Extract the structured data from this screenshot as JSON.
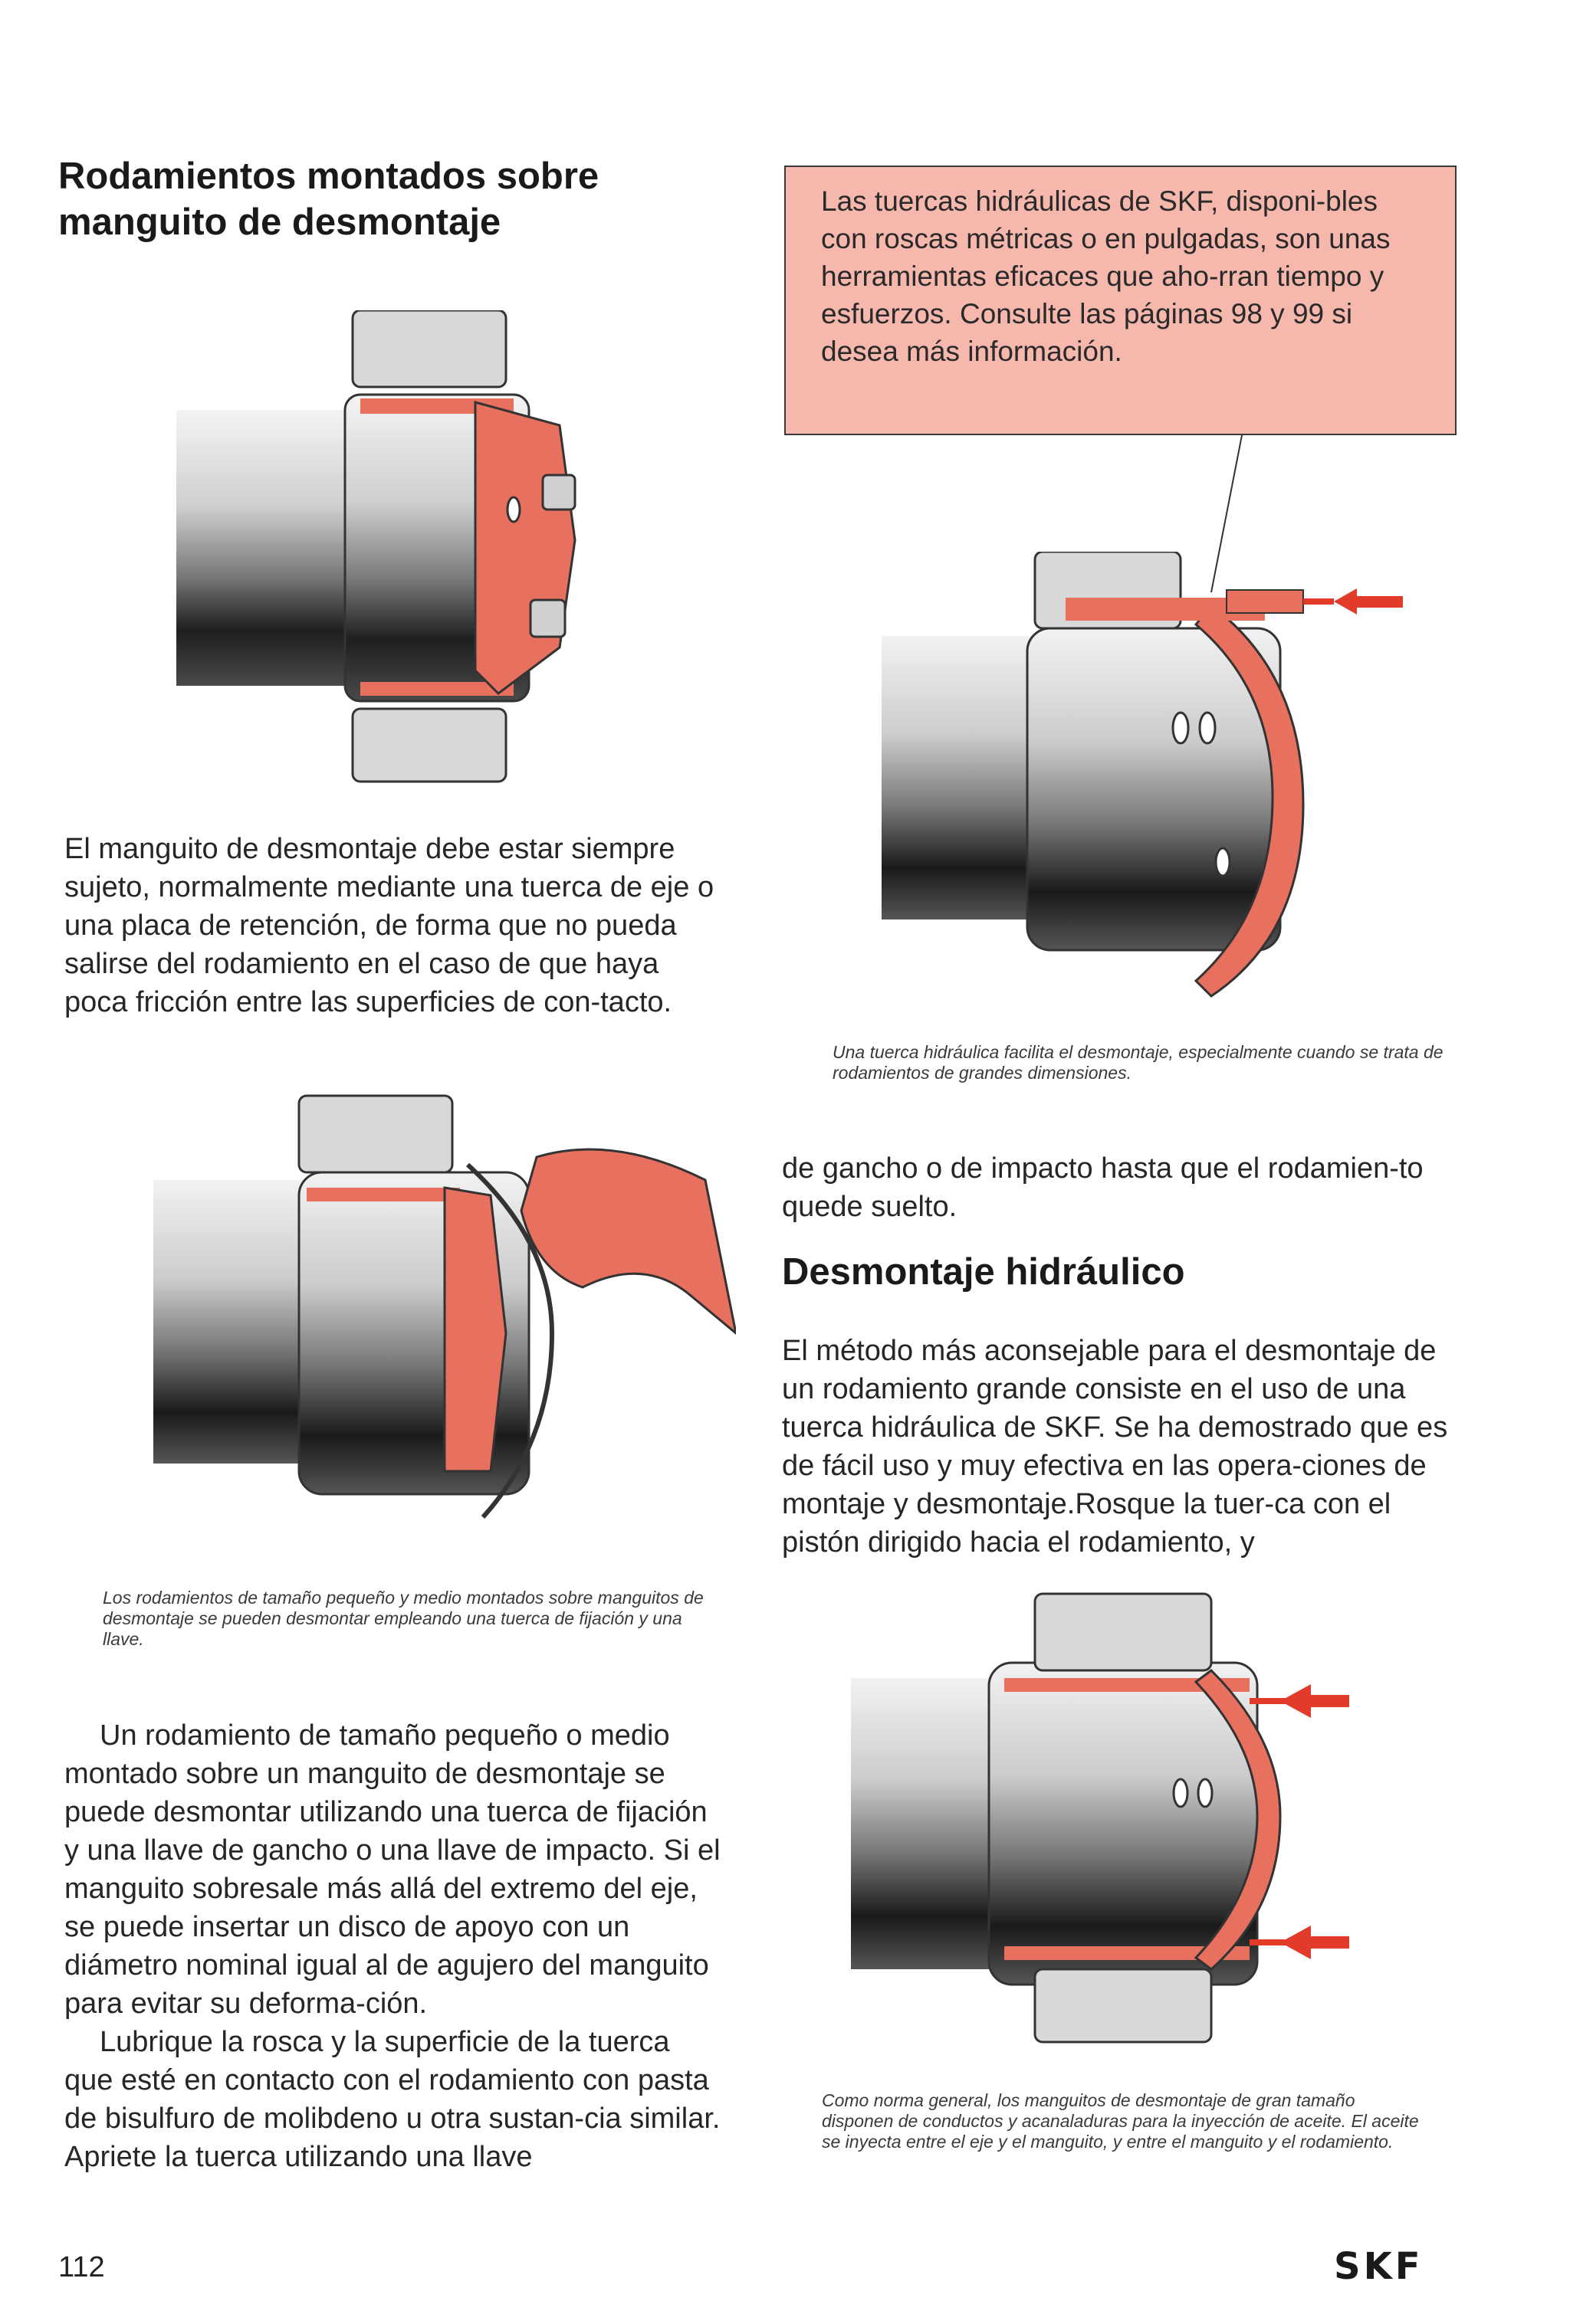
{
  "heading_left": "Rodamientos montados sobre manguito de desmontaje",
  "callout": "Las tuercas hidráulicas de SKF, disponi-bles con roscas métricas o en pulgadas, son unas herramientas eficaces que aho-rran tiempo y esfuerzos. Consulte las páginas 98 y 99 si desea más información.",
  "para1": "El manguito de desmontaje debe estar siempre sujeto, normalmente mediante una tuerca de eje o una placa de retención, de forma que no pueda salirse del rodamiento en el caso de que haya poca fricción entre las superficies de con-tacto.",
  "caption_hydraulic_nut": "Una tuerca hidráulica facilita el desmontaje, especialmente cuando se trata de rodamientos de grandes dimensiones.",
  "para_continue": "de gancho o de impacto hasta que el rodamien-to quede suelto.",
  "heading_right": "Desmontaje hidráulico",
  "para_hydraulic": "El método más aconsejable para el desmontaje de un rodamiento grande consiste en el uso de una tuerca hidráulica de SKF. Se ha demostrado que es de fácil uso y muy efectiva en las opera-ciones de montaje y desmontaje.Rosque la tuer-ca con el pistón dirigido hacia el rodamiento, y",
  "caption_small_medium": "Los rodamientos de tamaño pequeño y medio montados sobre manguitos de desmontaje se pueden desmontar empleando una tuerca de fijación y una llave.",
  "para_small1": "Un rodamiento de tamaño pequeño o medio montado sobre un manguito de desmontaje se puede desmontar utilizando una tuerca de fijación y una llave de gancho o una llave de impacto. Si el manguito sobresale más allá del extremo del eje, se puede insertar un disco de apoyo con un diámetro nominal igual al de agujero del manguito para evitar su deforma-ción.",
  "para_small2": "Lubrique la rosca y la superficie de la tuerca que esté en contacto con el rodamiento con pasta de bisulfuro de molibdeno u otra sustan-cia similar. Apriete la tuerca utilizando una llave",
  "caption_oil": "Como norma general, los manguitos de desmontaje de gran tamaño disponen de conductos y acanaladuras para la inyección de aceite. El aceite se inyecta entre el eje y el manguito, y entre el manguito y el rodamiento.",
  "page_number": "112",
  "brand": "SKF",
  "colors": {
    "callout_bg": "#f6b7ac",
    "red_part": "#e8705e",
    "arrow": "#e23b2a"
  }
}
